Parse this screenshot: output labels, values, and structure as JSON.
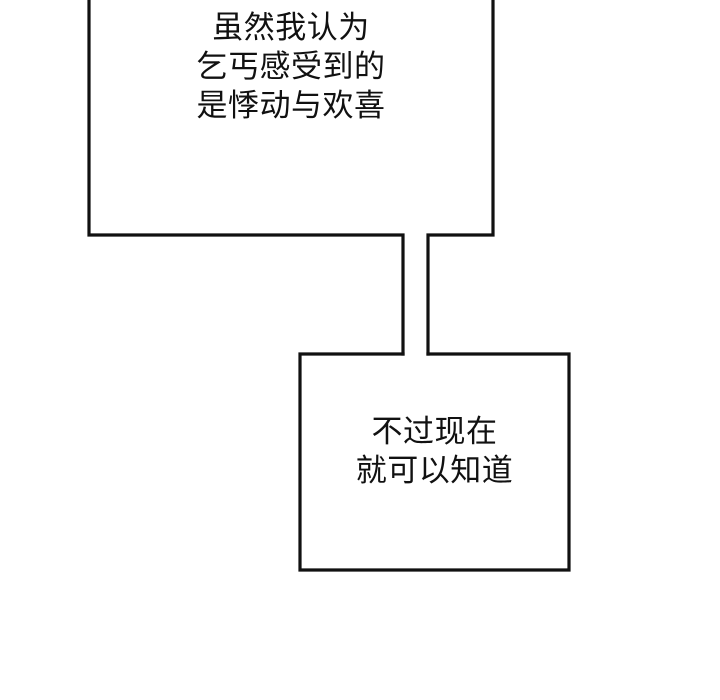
{
  "panel": {
    "background_color": "#ffffff",
    "line_color": "#111111",
    "text_color": "#111111"
  },
  "bubbles": [
    {
      "id": "upper-bubble",
      "role": "thought-narration",
      "tail_direction": "down-left-to-right",
      "text": "虽然我认为\n乞丐感受到的\n是悸动与欢喜",
      "lines": [
        "虽然我认为",
        "乞丐感受到的",
        "是悸动与欢喜"
      ]
    },
    {
      "id": "lower-bubble",
      "role": "thought-narration",
      "tail_direction": "up",
      "text": "不过现在\n就可以知道",
      "lines": [
        "不过现在",
        "就可以知道"
      ]
    }
  ]
}
